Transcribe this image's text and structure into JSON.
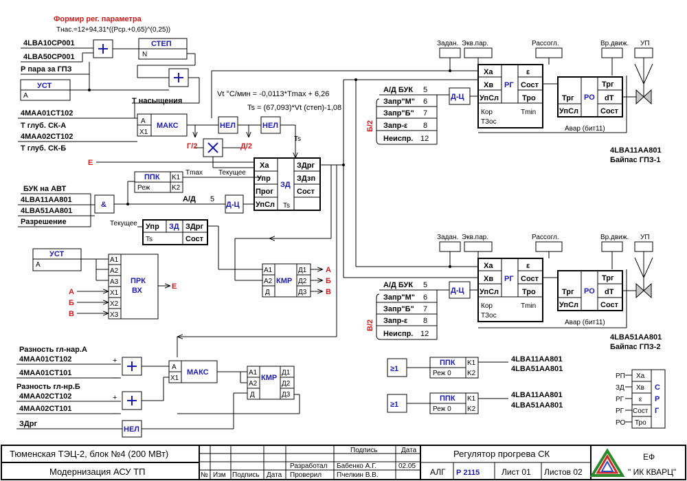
{
  "formula": {
    "title": "Формир рег. параметра",
    "expr": "Тнас.=12+94,31*((Pср.+0,65)^(0,25))"
  },
  "left_inputs": {
    "in1": "4LBA10CP001",
    "in2": "4LBA50CP001",
    "in3": "Р пара за ГПЗ",
    "in4": "Т насыщения",
    "in5": "4MAA01CT102",
    "in6": "Т глуб. СК-А",
    "in7": "4MAA02CT102",
    "in8": "Т глуб. СК-Б",
    "in9": "БУК на АВТ",
    "in10": "4LBA11AA801",
    "in11": "4LBA51AA801",
    "in12": "Разрешение"
  },
  "blocks": {
    "step": "СТЕП",
    "step_n": "N",
    "ust": "УСТ",
    "ust_a": "А",
    "maks": "МАКС",
    "a": "А",
    "x1": "X1",
    "nel": "НЕЛ",
    "ppk": "ППК",
    "rezh": "Реж",
    "k1": "K1",
    "k2": "K2",
    "dc": "Д-Ц",
    "amp": "&",
    "ad": "А/Д",
    "five": "5",
    "g2": "Г/2",
    "d2": "Д/2",
    "ts": "Ts",
    "tmax": "Tmax",
    "tek": "Текущее",
    "e": "Е",
    "vt": "Vt °C/мин = -0,0113*Tmax + 6,26",
    "tsf": "Ts = (67,093)*Vt (степ)-1,08",
    "zd": "ЗД",
    "xa": "Ха",
    "upr": "Упр",
    "prog": "Прог",
    "upsl": "УпСл",
    "zdrg": "ЗДрг",
    "zdzp": "ЗДзп",
    "sost": "Сост",
    "prk": "ПРК",
    "vh": "ВХ",
    "a1": "A1",
    "a2": "A2",
    "a3": "A3",
    "x2": "X2",
    "x3": "X3",
    "kmr": "КМР",
    "d1": "Д1",
    "d2o": "Д2",
    "d3": "Д3",
    "d": "Д",
    "oa": "А",
    "ob": "Б",
    "ov": "В",
    "ge1": "≥1",
    "rezh0": "Реж  0"
  },
  "lower_left": {
    "r1": "Разность гл-нар.А",
    "r2": "4MAA01CT102",
    "r3": "4MAA01CT101",
    "r4": "Разность гл-нр.Б",
    "r5": "4MAA02CT102",
    "r6": "4MAA02CT101",
    "r7": "ЗДрг"
  },
  "reg": {
    "zadan": "Задан.",
    "ekv": "Экв.пар.",
    "rassogl": "Рассогл.",
    "vrdv": "Вр.движ.",
    "up": "УП",
    "xa": "Ха",
    "xv": "Хв",
    "upsl": "УпСл",
    "rg": "РГ",
    "eps": "ε",
    "sost": "Сост",
    "tro": "Тро",
    "kor": "Кор",
    "tzos": "ТЗос",
    "tmin": "Tmin",
    "trg": "Трг",
    "ro": "РО",
    "dt": "dT",
    "avar": "Авар (бит11)",
    "adbuk": "А/Д БУК",
    "n5": "5",
    "zm": "Запр\"М\"",
    "n6": "6",
    "zb": "Запр\"Б\"",
    "n7": "7",
    "ze": "Запр-ε",
    "n8": "8",
    "neispr": "Неиспр.",
    "n12": "12",
    "b2": "Б/2",
    "v2": "В/2",
    "out1a": "4LBA11AA801",
    "out1b": "Байпас ГПЗ-1",
    "out2a": "4LBA51AA801",
    "out2b": "Байпас ГПЗ-2"
  },
  "ppk_outs": {
    "o1": "4LBA11AA801",
    "o2": "4LBA51AA801"
  },
  "legend": {
    "rp": "РП",
    "zd": "ЗД",
    "rg": "РГ",
    "ro": "РО",
    "xa": "Ха",
    "xv": "Хв",
    "eps": "ε",
    "sost": "Сост",
    "tro": "Тро",
    "c": "С",
    "r": "Р",
    "g": "Г"
  },
  "titleblock": {
    "plant": "Тюменская ТЭЦ-2, блок №4 (200 МВт)",
    "project": "Модернизация АСУ ТП",
    "num": "№",
    "izm": "Изм",
    "podpis": "Подпись",
    "data": "Дата",
    "podpis_h": "Подпись",
    "data_h": "Дата",
    "razrab": "Разработал",
    "proveril": "Проверил",
    "razrab_n": "Бабенко А.Г.",
    "prov_n": "Пчелкин В.В.",
    "date": "02.05",
    "title": "Регулятор прогрева СК",
    "alg": "АЛГ",
    "code": "Р 2115",
    "list": "Лист  01",
    "listov": "Листов 02",
    "ef": "ЕФ",
    "company": "\" ИК КВАРЦ\""
  }
}
